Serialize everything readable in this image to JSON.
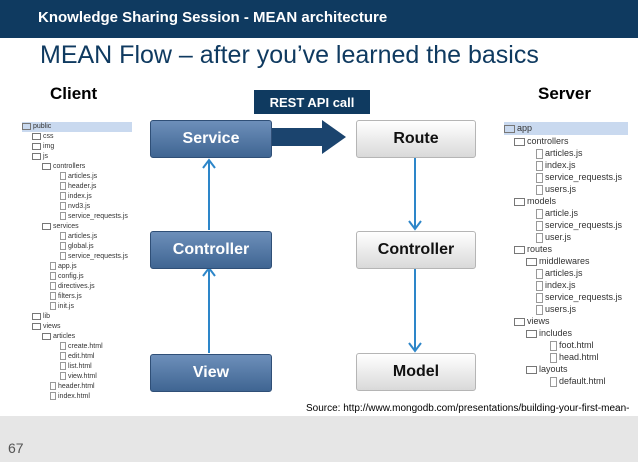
{
  "header": {
    "title": "Knowledge Sharing Session - MEAN architecture"
  },
  "slide": {
    "heading": "MEAN Flow – after you’ve learned the basics",
    "client_label": "Client",
    "server_label": "Server",
    "rest_label": "REST API call",
    "client_boxes": {
      "service": "Service",
      "controller": "Controller",
      "view": "View"
    },
    "server_boxes": {
      "route": "Route",
      "controller": "Controller",
      "model": "Model"
    },
    "source": "Source: http://www.mongodb.com/presentations/building-your-first-mean-app",
    "page_number": "67"
  },
  "client_tree": [
    "public",
    "css",
    "img",
    "js",
    "controllers",
    "articles.js",
    "header.js",
    "index.js",
    "nvd3.js",
    "service_requests.js",
    "services",
    "articles.js",
    "global.js",
    "service_requests.js",
    "app.js",
    "config.js",
    "directives.js",
    "filters.js",
    "init.js",
    "lib",
    "views",
    "articles",
    "create.html",
    "edit.html",
    "list.html",
    "view.html",
    "header.html",
    "index.html"
  ],
  "server_tree": [
    "app",
    "controllers",
    "articles.js",
    "index.js",
    "service_requests.js",
    "users.js",
    "models",
    "article.js",
    "service_requests.js",
    "user.js",
    "routes",
    "middlewares",
    "articles.js",
    "index.js",
    "service_requests.js",
    "users.js",
    "views",
    "includes",
    "foot.html",
    "head.html",
    "layouts",
    "default.html"
  ],
  "colors": {
    "title_bar": "#0f3a60",
    "box_blue": "#4a6f9c",
    "arrow": "#2d86c9"
  }
}
